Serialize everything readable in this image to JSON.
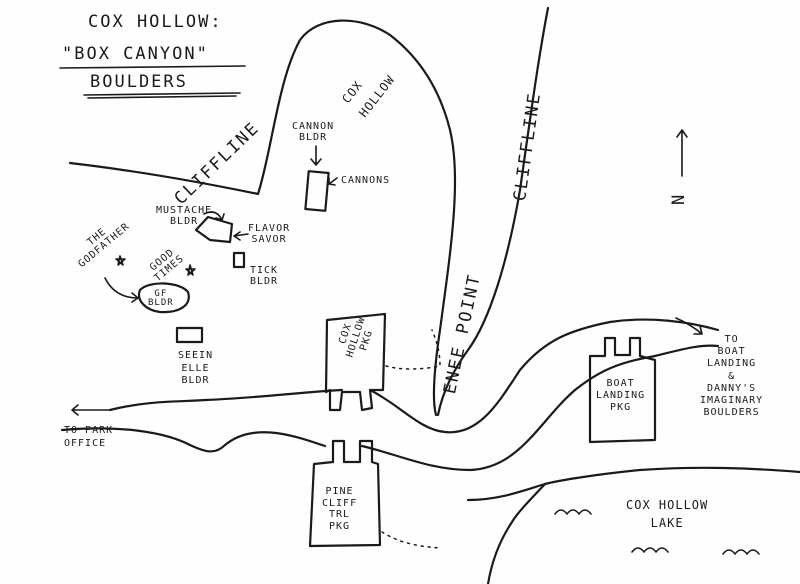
{
  "title": {
    "line1": "Cox Hollow:",
    "line2": "\"Box Canyon\"",
    "line3": "Boulders"
  },
  "labels": {
    "cox_hollow_valley": [
      "Cox",
      "Hollow"
    ],
    "cliffline_left": "Cliffline",
    "cliffline_right": "Cliffline",
    "enee_point": "Enee Point",
    "north": "N",
    "cannon_bldr": [
      "Cannon",
      "Bldr"
    ],
    "cannons": "Cannons",
    "mustache_bldr": [
      "Mustache",
      "Bldr"
    ],
    "flavor_savor": [
      "Flavor",
      "Savor"
    ],
    "tick_bldr": [
      "Tick",
      "Bldr"
    ],
    "the_godfather": [
      "The",
      "Godfather"
    ],
    "good_times": [
      "Good",
      "Times"
    ],
    "gf_bldr": [
      "GF",
      "Bldr"
    ],
    "seein_elle_bldr": [
      "Seein",
      "Elle",
      "Bldr"
    ],
    "cox_hollow_pkg": [
      "Cox",
      "Hollow",
      "Pkg"
    ],
    "boat_landing_pkg": [
      "Boat",
      "Landing",
      "Pkg"
    ],
    "pine_cliff_trl_pkg": [
      "Pine",
      "Cliff",
      "Trl",
      "Pkg"
    ],
    "to_park_office": [
      "To Park",
      "Office"
    ],
    "to_boat_landing": [
      "To",
      "Boat",
      "Landing",
      "&",
      "Danny's",
      "Imaginary",
      "Boulders"
    ],
    "cox_hollow_lake": [
      "Cox Hollow",
      "Lake"
    ]
  },
  "colors": {
    "ink": "#1a1a1a",
    "paper": "#fefefe"
  }
}
